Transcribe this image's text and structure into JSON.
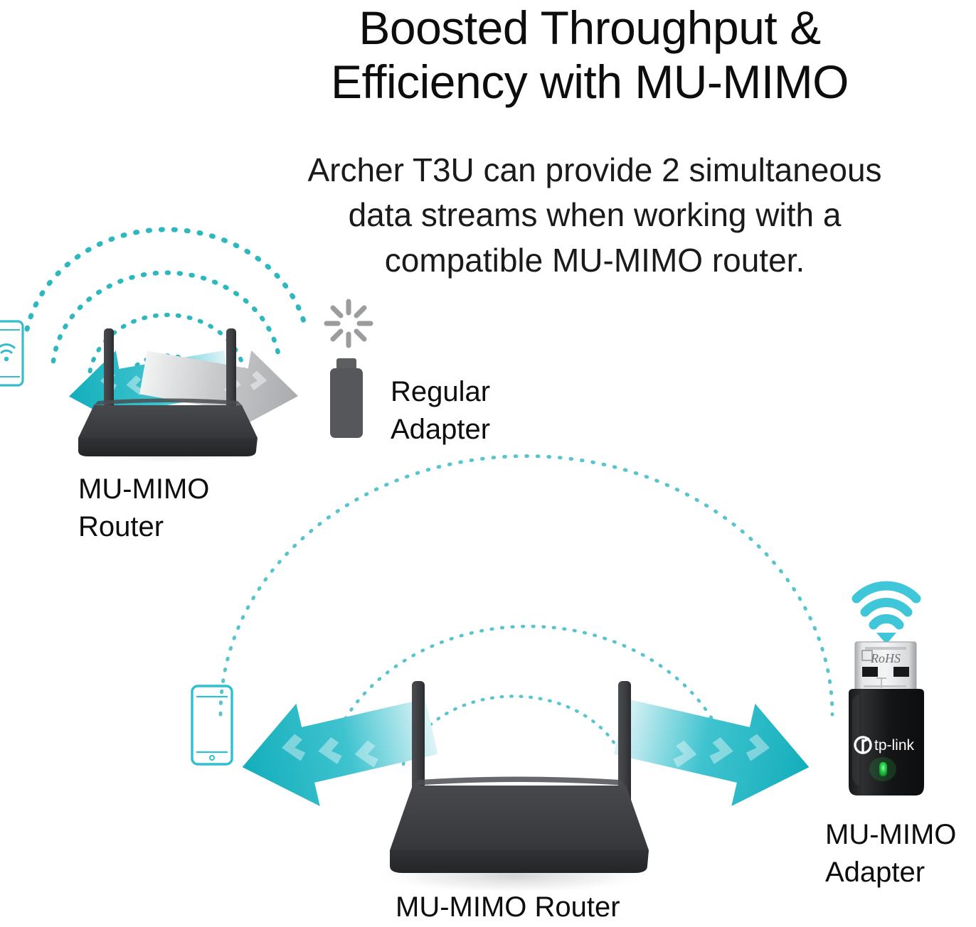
{
  "headline": {
    "line1": "Boosted Throughput &",
    "line2": "Efficiency with MU-MIMO"
  },
  "subheadline": {
    "line1": "Archer T3U can provide 2 simultaneous",
    "line2": "data streams when working with a",
    "line3": "compatible MU-MIMO router."
  },
  "scene_top": {
    "router_label": "MU-MIMO\nRouter",
    "adapter_label": "Regular\nAdapter",
    "client_icon": "phone-wifi-icon",
    "blocked_icon": "burst-inactive-icon",
    "stream_arrow_left": "teal-arrow-left",
    "stream_arrow_right": "gray-arrow-right",
    "signal_arcs": 4
  },
  "scene_bottom": {
    "router_label": "MU-MIMO Router",
    "adapter_label": "MU-MIMO\nAdapter",
    "client_icon": "phone-outline-icon",
    "adapter_wifi_icon": "wifi-signal-icon",
    "adapter_brand": "tp-link",
    "adapter_usb_mark": "RoHS",
    "stream_arrow_left": "teal-arrow-left",
    "stream_arrow_right": "teal-arrow-right",
    "signal_arcs": 3
  },
  "colors": {
    "teal": "#16b0bd",
    "teal_light": "#3fc6d8",
    "teal_pale": "#8fdde6",
    "arc_dot": "#22b3bb",
    "arc_dot_light": "#5fc9cf",
    "gray_arrow": "#b9babc",
    "gray_adapter": "#555759",
    "router_body": "#3a3c40",
    "router_body_dark": "#2c2e31",
    "led_green": "#19c23a",
    "text": "#0d0d0d",
    "background": "#ffffff"
  },
  "chart_data": {
    "type": "diagram",
    "title": "Boosted Throughput & Efficiency with MU-MIMO",
    "comparison": [
      {
        "scene": "top",
        "router": "MU-MIMO Router",
        "adapter": "Regular Adapter",
        "streams": 1,
        "stream_states": [
          "active",
          "inactive"
        ]
      },
      {
        "scene": "bottom",
        "router": "MU-MIMO Router",
        "adapter": "MU-MIMO Adapter",
        "streams": 2,
        "stream_states": [
          "active",
          "active"
        ]
      }
    ]
  }
}
